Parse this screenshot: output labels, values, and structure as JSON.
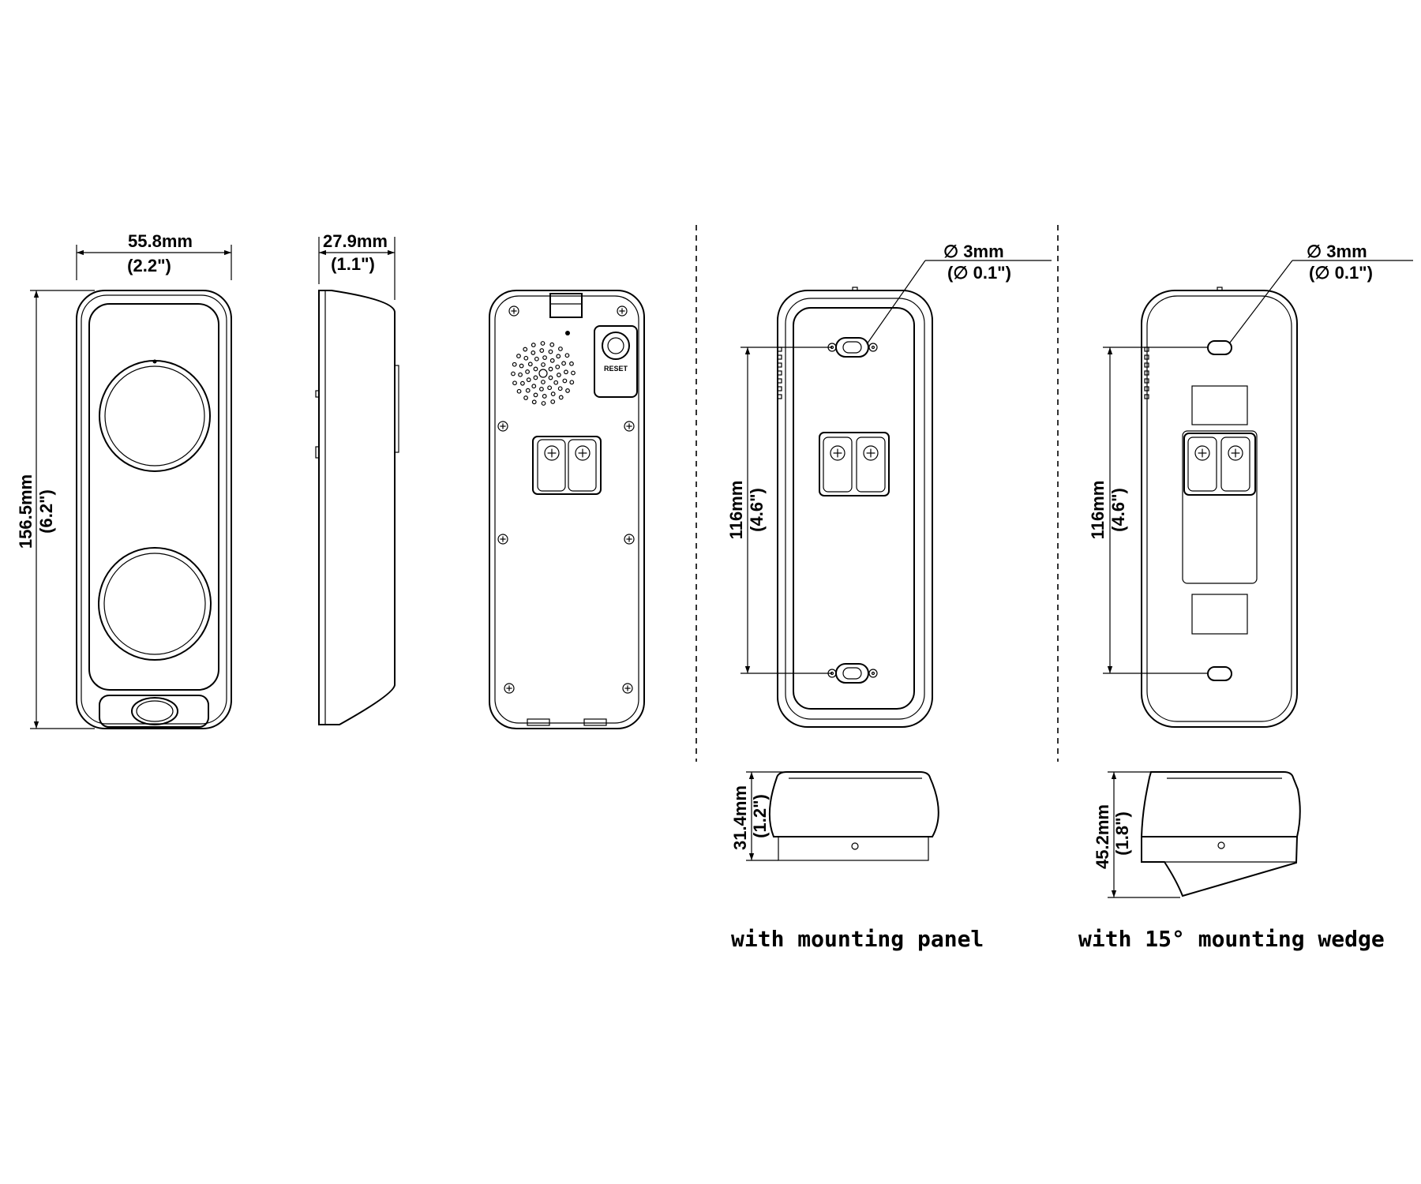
{
  "dimensions": {
    "width_mm": "55.8mm",
    "width_in": "(2.2\")",
    "height_mm": "156.5mm",
    "height_in": "(6.2\")",
    "depth_mm": "27.9mm",
    "depth_in": "(1.1\")",
    "panel_hole_spacing_mm": "116mm",
    "panel_hole_spacing_in": "(4.6\")",
    "panel_hole_dia_mm": "∅ 3mm",
    "panel_hole_dia_in": "(∅ 0.1\")",
    "panel_depth_mm": "31.4mm",
    "panel_depth_in": "(1.2\")",
    "wedge_hole_spacing_mm": "116mm",
    "wedge_hole_spacing_in": "(4.6\")",
    "wedge_hole_dia_mm": "∅ 3mm",
    "wedge_hole_dia_in": "(∅ 0.1\")",
    "wedge_depth_mm": "45.2mm",
    "wedge_depth_in": "(1.8\")"
  },
  "labels": {
    "reset": "RESET",
    "caption_panel": "with mounting panel",
    "caption_wedge": "with 15° mounting wedge"
  },
  "colors": {
    "line": "#000000",
    "background": "#ffffff"
  }
}
